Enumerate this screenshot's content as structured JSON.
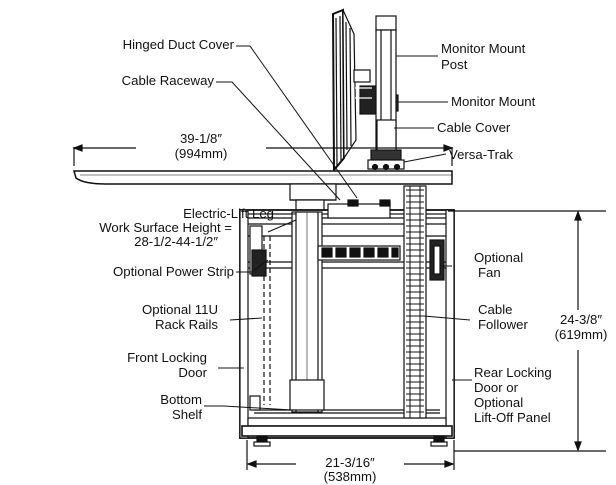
{
  "callouts": {
    "hinged_duct_cover": "Hinged Duct Cover",
    "cable_raceway": "Cable Raceway",
    "monitor_mount_post_1": "Monitor Mount",
    "monitor_mount_post_2": "Post",
    "monitor_mount": "Monitor Mount",
    "cable_cover": "Cable Cover",
    "versa_trak": "Versa-Trak",
    "electric_lift_leg": "Electric-Lift Leg",
    "work_surface_height_1": "Work Surface Height =",
    "work_surface_height_2": "28-1/2-44-1/2″",
    "optional_power_strip": "Optional Power Strip",
    "optional_fan_1": "Optional",
    "optional_fan_2": "Fan",
    "rack_rails_1": "Optional 11U",
    "rack_rails_2": "Rack Rails",
    "cable_follower_1": "Cable",
    "cable_follower_2": "Follower",
    "front_door_1": "Front Locking",
    "front_door_2": "Door",
    "rear_door_1": "Rear Locking",
    "rear_door_2": "Door or",
    "rear_door_3": "Optional",
    "rear_door_4": "Lift-Off Panel",
    "bottom_shelf_1": "Bottom",
    "bottom_shelf_2": "Shelf"
  },
  "dimensions": {
    "width_top_1": "39-1/8″",
    "width_top_2": "(994mm)",
    "height_right_1": "24-3/8″",
    "height_right_2": "(619mm)",
    "width_bottom_1": "21-3/16″",
    "width_bottom_2": "(538mm)"
  }
}
